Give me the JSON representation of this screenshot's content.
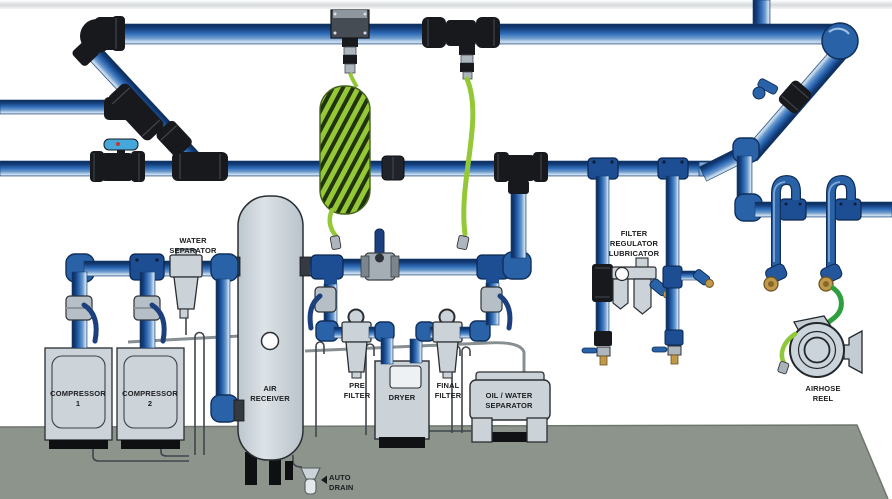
{
  "diagram": {
    "labels": {
      "water_separator": [
        "WATER",
        "SEPARATOR"
      ],
      "compressor_1": [
        "COMPRESSOR",
        "1"
      ],
      "compressor_2": [
        "COMPRESSOR",
        "2"
      ],
      "air_receiver": [
        "AIR",
        "RECEIVER"
      ],
      "pre_filter": [
        "PRE",
        "FILTER"
      ],
      "dryer": [
        "DRYER"
      ],
      "final_filter": [
        "FINAL",
        "FILTER"
      ],
      "oil_water_separator": [
        "OIL / WATER",
        "SEPARATOR"
      ],
      "auto_drain": [
        "AUTO",
        "DRAIN"
      ],
      "filter_regulator_lubricator": [
        "FILTER",
        "REGULATOR",
        "LUBRICATOR"
      ],
      "airhose_reel": [
        "AIRHOSE",
        "REEL"
      ]
    },
    "colors": {
      "pipe_blue": "#2f6db8",
      "pipe_dark": "#0a2a55",
      "pipe_light": "#cfe0f0",
      "fitting_black": "#17191d",
      "fitting_blue": "#1d4e94",
      "elbow_blue": "#2a62a8",
      "equipment_grey": "#ccd3d8",
      "hose_green": "#8fc93a",
      "hose_dark_green": "#2f9e3f",
      "handle_light_blue": "#45a7da",
      "handle_navy": "#1c3f7d",
      "brass": "#c09a4a",
      "floor_grey": "#8c948c"
    }
  }
}
